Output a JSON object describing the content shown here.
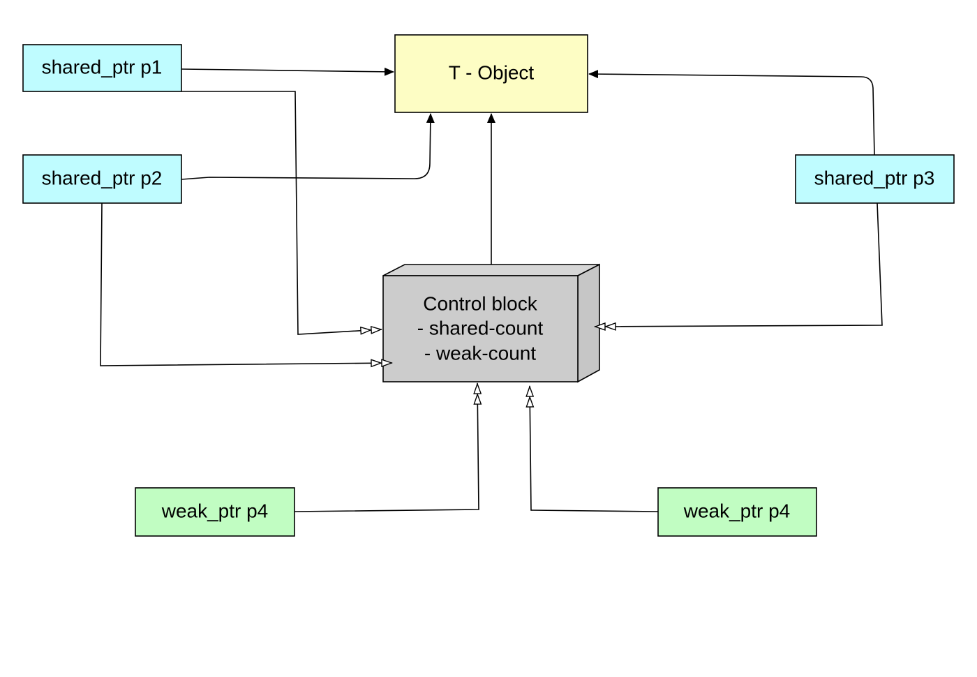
{
  "colors": {
    "shared_fill": "#bffcff",
    "weak_fill": "#c1fdc2",
    "object_fill": "#fdfdc4",
    "control_fill": "#cccccc",
    "control_side": "#c6c6c6",
    "background": "#ffffff"
  },
  "nodes": {
    "p1": {
      "label": "shared_ptr p1"
    },
    "p2": {
      "label": "shared_ptr p2"
    },
    "p3": {
      "label": "shared_ptr p3"
    },
    "object": {
      "label": "T - Object"
    },
    "control": {
      "line1": "Control block",
      "line2": "- shared-count",
      "line3": "- weak-count"
    },
    "weak_left": {
      "label": "weak_ptr p4"
    },
    "weak_right": {
      "label": "weak_ptr p4"
    }
  }
}
